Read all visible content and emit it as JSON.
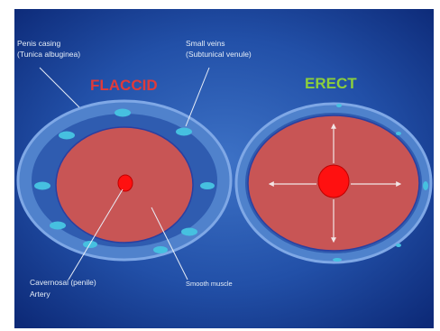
{
  "labels": {
    "flaccid": "FLACCID",
    "erect": "ERECT",
    "penis_casing_line1": "Penis casing",
    "penis_casing_line2": "(Tunica albuginea)",
    "small_veins_line1": "Small veins",
    "small_veins_line2": "(Subtunical venule)",
    "artery_line1": "Cavernosal (penile)",
    "artery_line2": "Artery",
    "smooth_muscle": "Smooth muscle"
  },
  "colors": {
    "background_dark": "#0d2a78",
    "background_light": "#3b6dc0",
    "ring": "#5b8fd6",
    "ring_edge": "#8ab4ea",
    "tissue": "#c85555",
    "tissue_edge": "#2a3fa0",
    "artery": "#ff1010",
    "vein": "#46c0e0",
    "flaccid_title": "#e03a3a",
    "erect_title": "#8ccf3c",
    "arrow": "#f2e6e6"
  }
}
